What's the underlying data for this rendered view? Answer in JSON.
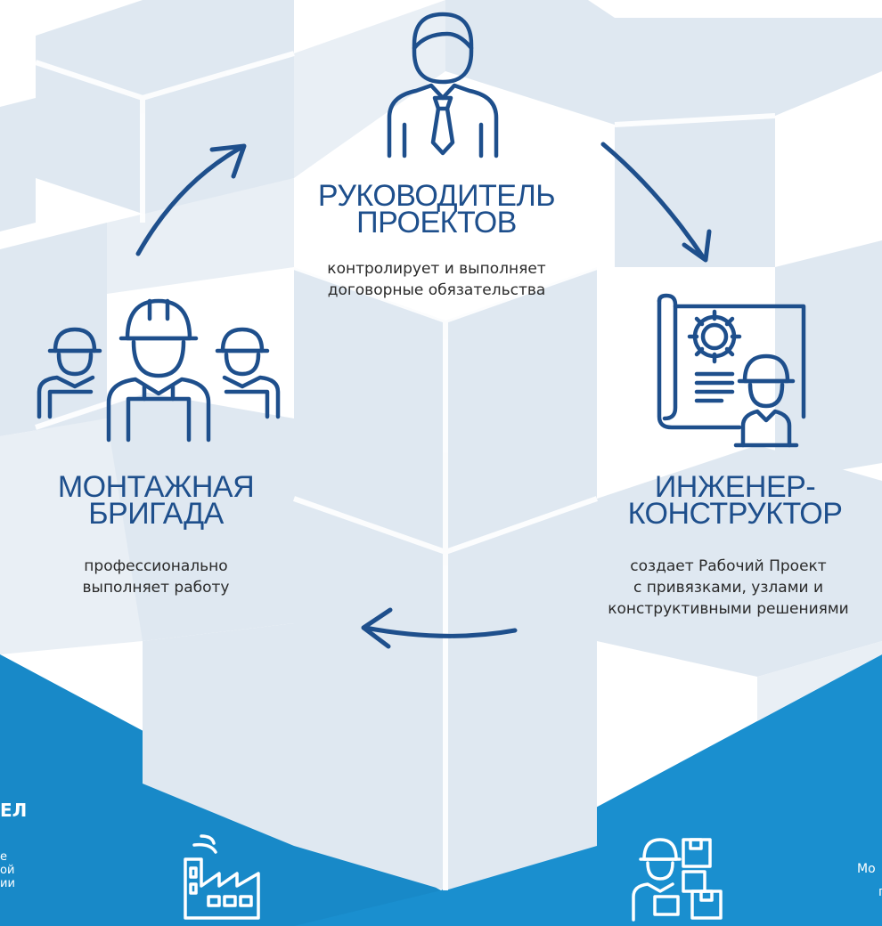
{
  "colors": {
    "accent_blue": "#1e4f8c",
    "banner_blue": "#1a8fcf",
    "cube_light": "#dce6ef",
    "text_dark": "#2a2a2a"
  },
  "roles": {
    "manager": {
      "title_lines": [
        "РУКОВОДИТЕЛЬ",
        "ПРОЕКТОВ"
      ],
      "desc_lines": [
        "контролирует и выполняет",
        "договорные обязательства"
      ],
      "icon": "manager-with-tie-icon"
    },
    "engineer": {
      "title_lines": [
        "ИНЖЕНЕР-",
        "КОНСТРУКТОР"
      ],
      "desc_lines": [
        "создает Рабочий Проект",
        "с привязками, узлами и",
        "конструктивными решениями"
      ],
      "icon": "engineer-blueprint-gear-icon"
    },
    "crew": {
      "title_lines": [
        "МОНТАЖНАЯ",
        "БРИГАДА"
      ],
      "desc_lines": [
        "профессионально",
        "выполняет работу"
      ],
      "icon": "workers-team-icon"
    }
  },
  "cycle_arrows": [
    "arrow-crew-to-manager",
    "arrow-manager-to-engineer",
    "arrow-engineer-to-crew"
  ],
  "bottom_strip": {
    "left_heading_fragment": "ЕЛ",
    "left_text_fragments": [
      "е",
      "ой",
      "ии"
    ],
    "right_text_fragments": [
      "Мо",
      "п"
    ],
    "icons": [
      "factory-icon",
      "worker-with-boxes-icon"
    ]
  }
}
